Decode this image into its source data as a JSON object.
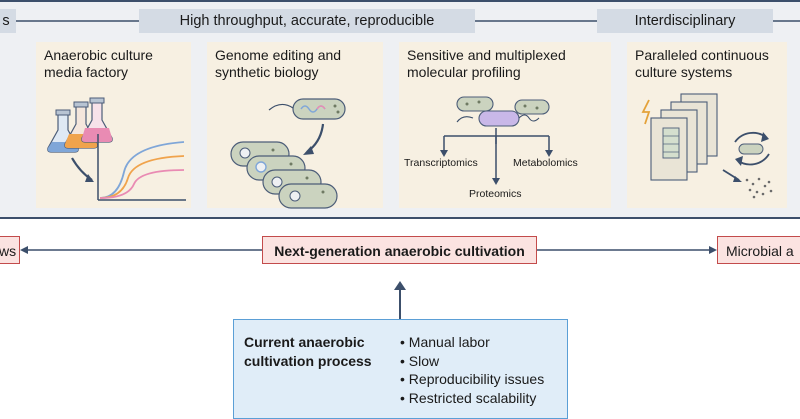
{
  "top_bar": {
    "left_pill": "s",
    "center_pill": "High throughput, accurate, reproducible",
    "right_pill": "Interdisciplinary"
  },
  "panels": [
    {
      "line1": "Anaerobic culture",
      "line2": "media factory"
    },
    {
      "line1": "Genome editing and",
      "line2": "synthetic biology"
    },
    {
      "line1": "Sensitive and multiplexed",
      "line2": "molecular profiling",
      "labels": {
        "left": "Transcriptomics",
        "bottom": "Proteomics",
        "right": "Metabolomics"
      }
    },
    {
      "line1": "Paralleled continuous",
      "line2": "culture systems"
    }
  ],
  "middle_row": {
    "left_label": "ws",
    "center_label": "Next-generation anaerobic cultivation",
    "right_label": "Microbial a"
  },
  "current_process": {
    "title_line1": "Current anaerobic",
    "title_line2": "cultivation process",
    "items": [
      "Manual labor",
      "Slow",
      "Reproducibility issues",
      "Restricted scalability"
    ]
  },
  "colors": {
    "navy": "#3c4f6b",
    "panel": "#f7f0e2",
    "pink_fill": "#fbe3e1",
    "pink_border": "#c34b4b",
    "blue_fill": "#e0edf8",
    "blue_border": "#5b9fd6"
  }
}
